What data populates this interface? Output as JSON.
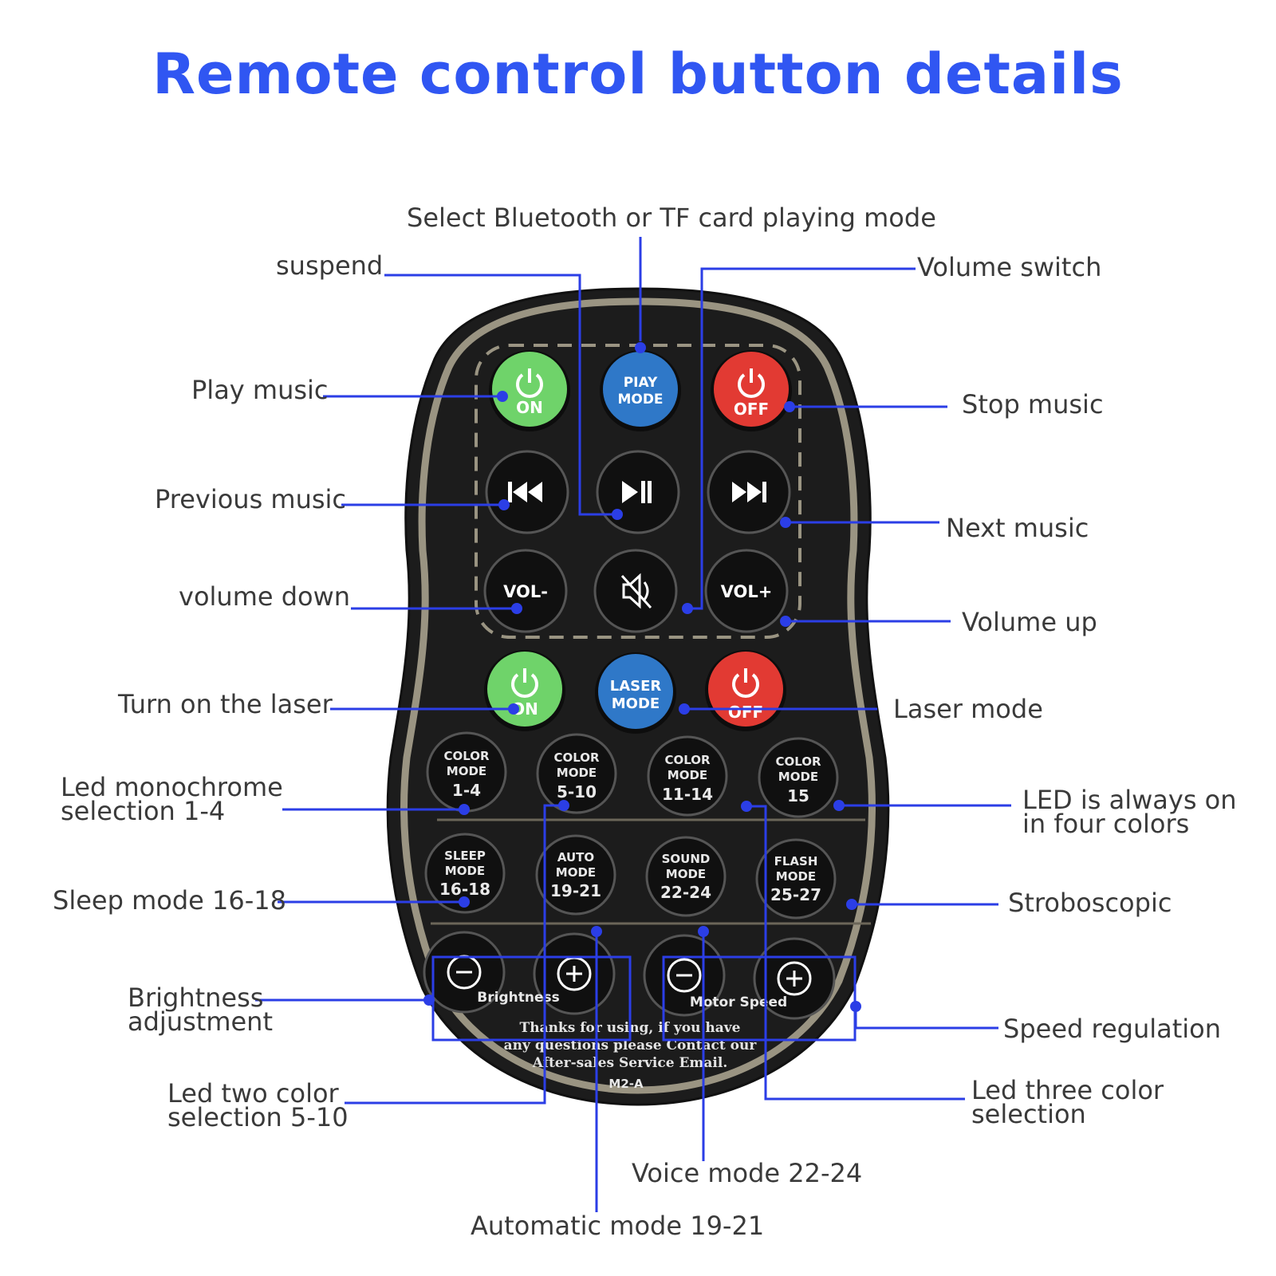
{
  "title": "Remote control button details",
  "colors": {
    "title": "#3056f2",
    "leader": "#2b3ee6",
    "remote_body": "#1c1c1c",
    "rim": "#9a9482"
  },
  "labels": {
    "play_mode_select": "Select Bluetooth or TF card playing mode",
    "suspend": "suspend",
    "volume_switch": "Volume switch",
    "play_music": "Play music",
    "stop_music": "Stop music",
    "previous_music": "Previous music",
    "next_music": "Next music",
    "volume_down": "volume down",
    "volume_up": "Volume up",
    "turn_on_laser": "Turn on the laser",
    "laser_mode": "Laser mode",
    "led_mono_1": "Led monochrome",
    "led_mono_2": "selection 1-4",
    "led_four_1": "LED is always on",
    "led_four_2": "in four colors",
    "sleep_mode": "Sleep mode 16-18",
    "stroboscopic": "Stroboscopic",
    "brightness_1": "Brightness",
    "brightness_2": "adjustment",
    "speed_regulation": "Speed regulation",
    "led_two_1": "Led two color",
    "led_two_2": "selection 5-10",
    "led_three_1": "Led three color",
    "led_three_2": "selection",
    "voice_mode": "Voice mode 22-24",
    "auto_mode": "Automatic mode 19-21"
  },
  "remote": {
    "music_on": {
      "icon": "power-icon",
      "text": "ON"
    },
    "play_mode": {
      "line1": "PIAY",
      "line2": "MODE"
    },
    "music_off": {
      "icon": "power-icon",
      "text": "OFF"
    },
    "prev": {
      "icon": "previous-track-icon"
    },
    "play_pause": {
      "icon": "play-pause-icon"
    },
    "next": {
      "icon": "next-track-icon"
    },
    "vol_down": "VOL-",
    "mute": {
      "icon": "mute-icon"
    },
    "vol_up": "VOL+",
    "laser_on": {
      "icon": "power-icon",
      "text": "ON"
    },
    "laser_mode": {
      "line1": "LASER",
      "line2": "MODE"
    },
    "laser_off": {
      "icon": "power-icon",
      "text": "OFF"
    },
    "color_modes": [
      {
        "l1": "COLOR",
        "l2": "MODE",
        "l3": "1-4"
      },
      {
        "l1": "COLOR",
        "l2": "MODE",
        "l3": "5-10"
      },
      {
        "l1": "COLOR",
        "l2": "MODE",
        "l3": "11-14"
      },
      {
        "l1": "COLOR",
        "l2": "MODE",
        "l3": "15"
      }
    ],
    "effect_modes": [
      {
        "l1": "SLEEP",
        "l2": "MODE",
        "l3": "16-18"
      },
      {
        "l1": "AUTO",
        "l2": "MODE",
        "l3": "19-21"
      },
      {
        "l1": "SOUND",
        "l2": "MODE",
        "l3": "22-24"
      },
      {
        "l1": "FLASH",
        "l2": "MODE",
        "l3": "25-27"
      }
    ],
    "brightness_label": "Brightness",
    "motor_speed_label": "Motor Speed",
    "footer": [
      "Thanks for using, if you have",
      "any questions please Contact our",
      "After-sales Service Email."
    ],
    "model": "M2-A"
  }
}
